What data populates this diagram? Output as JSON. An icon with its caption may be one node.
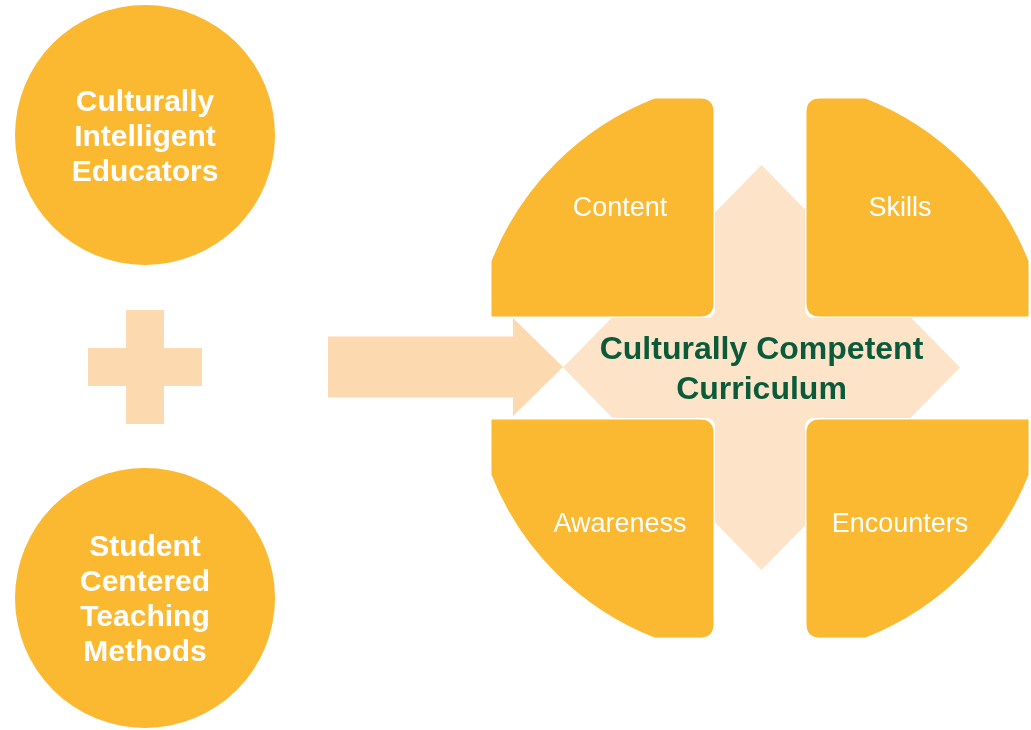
{
  "diagram": {
    "nodes": [
      {
        "text": [
          "Culturally Intelligent Educators"
        ]
      },
      {
        "text": [],
        "shape": "cross"
      },
      {
        "text": [
          "Student Centered Teaching Methods"
        ]
      },
      {
        "text": [
          "Culturally Competent Curriculum"
        ]
      },
      {
        "text": [
          "Content"
        ]
      },
      {
        "text": [
          "Skills"
        ]
      },
      {
        "text": [
          "Awareness"
        ]
      },
      {
        "text": [
          "Encounters"
        ]
      }
    ],
    "edges": [
      {
        "from": null,
        "to": 3,
        "arrow": "to"
      }
    ]
  }
}
